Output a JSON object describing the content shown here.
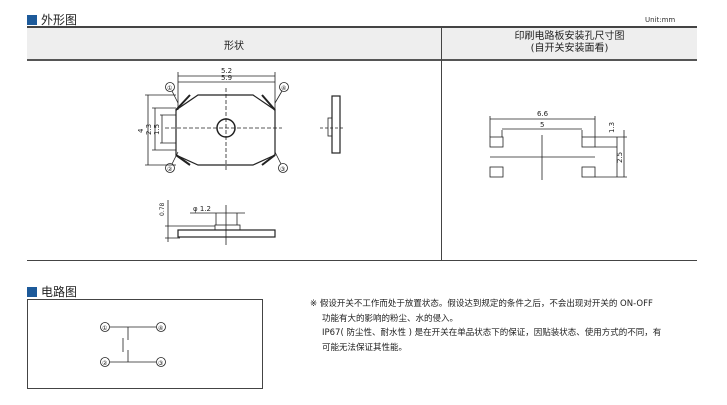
{
  "outline": {
    "title": "外形图",
    "unit": "Unit:mm",
    "col1": "形状",
    "col2_line1": "印刷电路板安装孔尺寸图",
    "col2_line2": "(自开关安装面看)",
    "dims": {
      "w1": "5.2",
      "w2": "5.9",
      "h1": "4",
      "h2": "2.3",
      "h3": "1.5",
      "height": "0.78",
      "dia": "φ 1.2",
      "p_w1": "6.6",
      "p_w2": "5",
      "p_h1": "1.3",
      "p_h2": "2.5"
    },
    "pins": [
      "①",
      "②",
      "③",
      "④"
    ]
  },
  "circuit": {
    "title": "电路图",
    "pins": [
      "①",
      "②",
      "③",
      "④"
    ]
  },
  "notes": [
    "※ 假设开关不工作而处于放置状态。假设达到规定的条件之后，不会出现对开关的 ON-OFF",
    "功能有大的影响的粉尘、水的侵入。",
    "IP67( 防尘性、耐水性 ) 是在开关在单品状态下的保证，因贴装状态、使用方式的不同，有",
    "可能无法保证其性能。"
  ],
  "colors": {
    "accent": "#1d5a9a"
  }
}
